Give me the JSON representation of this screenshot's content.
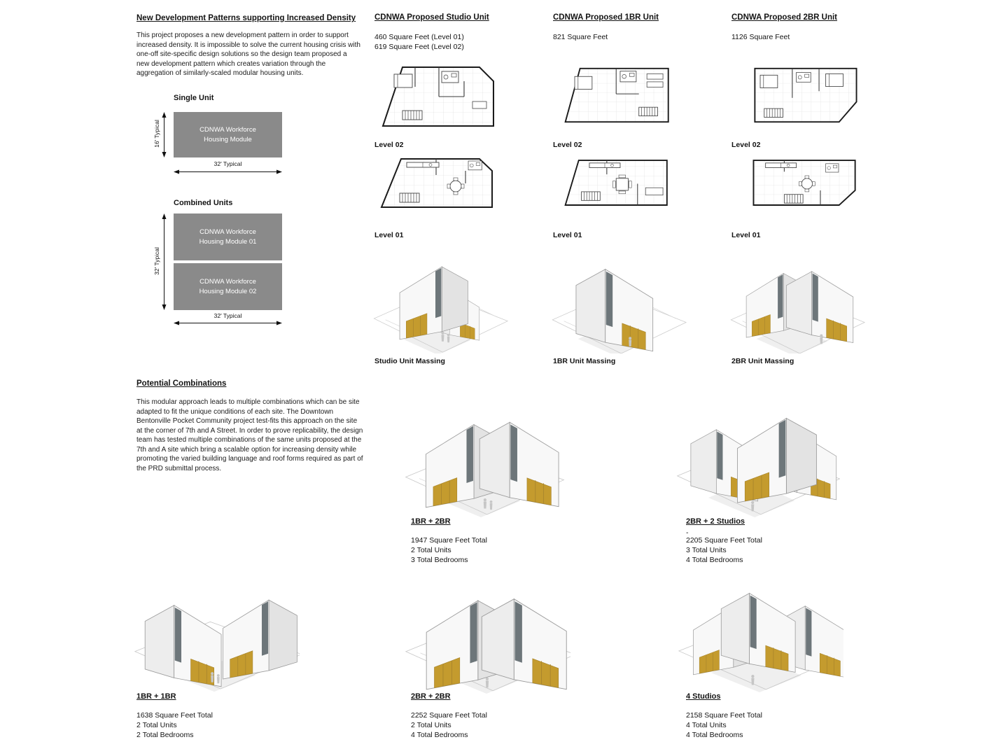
{
  "colors": {
    "module_gray": "#8a8a8a",
    "accent_gold": "#c49b2e",
    "ink": "#141414"
  },
  "intro": {
    "title": "New Development Patterns supporting Increased Density",
    "body": "This project proposes a new development pattern in order to support increased density.  It is impossible to solve the current housing crisis with one-off site-specific design solutions so the design team proposed a new development pattern which creates variation through the aggregation of similarly-scaled modular housing units."
  },
  "single_unit": {
    "heading": "Single Unit",
    "module_label": "CDNWA Workforce Housing Module",
    "height_dim": "16' Typical",
    "width_dim": "32' Typical"
  },
  "combined_units": {
    "heading": "Combined Units",
    "module1_label": "CDNWA Workforce Housing Module 01",
    "module2_label": "CDNWA Workforce Housing Module 02",
    "height_dim": "32' Typical",
    "width_dim": "32' Typical"
  },
  "potential": {
    "title": "Potential Combinations",
    "body": "This modular approach leads to multiple combinations which can be site adapted to fit the unique conditions of each site.  The Downtown Bentonville Pocket Community project test-fits this approach on the site at the corner of 7th and A Street.  In order to prove replicability, the design team has tested multiple combinations of the same units proposed at the 7th and A site which bring a scalable option for increasing density while promoting the varied building language and roof forms required as part of the PRD submittal process."
  },
  "units": [
    {
      "title": "CDNWA Proposed Studio Unit",
      "area_line1": "460 Square Feet (Level 01)",
      "area_line2": "619 Square Feet (Level 02)",
      "level2_label": "Level 02",
      "level1_label": "Level 01",
      "massing_label": "Studio Unit Massing"
    },
    {
      "title": "CDNWA Proposed 1BR Unit",
      "area_line1": "821 Square Feet",
      "level2_label": "Level 02",
      "level1_label": "Level 01",
      "massing_label": "1BR Unit Massing"
    },
    {
      "title": "CDNWA Proposed 2BR Unit",
      "area_line1": "1126 Square Feet",
      "level2_label": "Level 02",
      "level1_label": "Level 01",
      "massing_label": "2BR Unit Massing"
    }
  ],
  "combinations": [
    {
      "title": "1BR + 2BR",
      "stats": [
        "1947 Square Feet Total",
        "2 Total Units",
        "3 Total Bedrooms"
      ]
    },
    {
      "title": "2BR + 2 Studios",
      "note": "-",
      "stats": [
        "2205 Square Feet Total",
        "3 Total Units",
        "4 Total Bedrooms"
      ]
    },
    {
      "title": "1BR + 1BR",
      "stats": [
        "1638 Square Feet Total",
        "2 Total Units",
        "2 Total Bedrooms"
      ]
    },
    {
      "title": "2BR + 2BR",
      "stats": [
        "2252 Square Feet Total",
        "2 Total Units",
        "4 Total Bedrooms"
      ]
    },
    {
      "title": "4 Studios",
      "stats": [
        "2158 Square Feet Total",
        "4 Total Units",
        "4 Total Bedrooms"
      ]
    }
  ]
}
